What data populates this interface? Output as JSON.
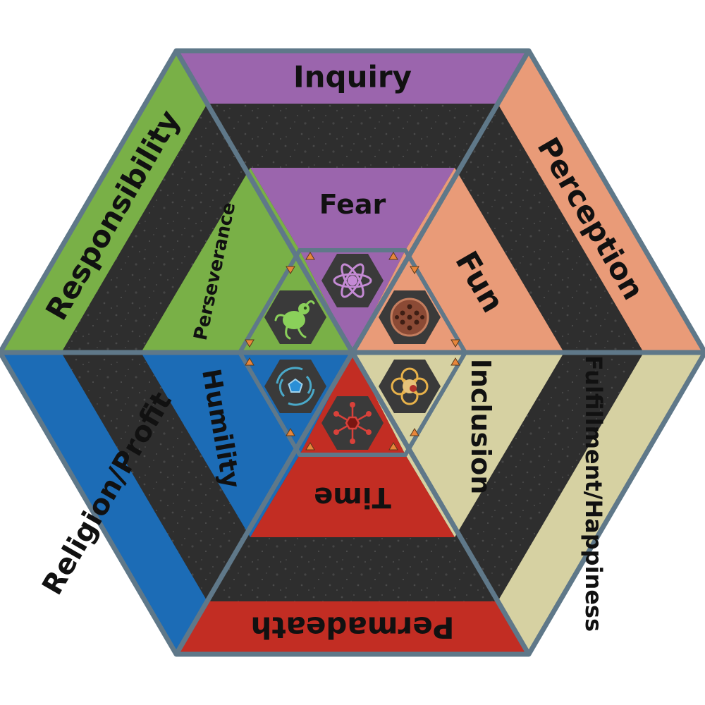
{
  "diagram": {
    "outer_labels": {
      "top": "Inquiry",
      "upper_right": "Perception",
      "lower_right": "Fulfillment/Happiness",
      "bottom": "Permadeath",
      "lower_left": "Religion/Profit",
      "upper_left": "Responsibility"
    },
    "inner_labels": {
      "top": "Fear",
      "upper_right": "Fun",
      "lower_right": "Inclusion",
      "bottom": "Time",
      "lower_left": "Humility",
      "upper_left": "Perseverance"
    },
    "icons": {
      "top": "atom-icon",
      "upper_right": "lotus-seed-pod-icon",
      "lower_right": "flower-frame-icon",
      "bottom": "network-node-icon",
      "lower_left": "vortex-pentagon-icon",
      "upper_left": "green-creature-icon"
    },
    "colors": {
      "purple": "#9b65ad",
      "salmon": "#e99b78",
      "cream": "#d6d1a2",
      "red": "#c22d23",
      "blue": "#1c6cb6",
      "green": "#79b047",
      "dark": "#2f2f2f",
      "border": "#5f7889",
      "marker": "#e8863a"
    }
  }
}
